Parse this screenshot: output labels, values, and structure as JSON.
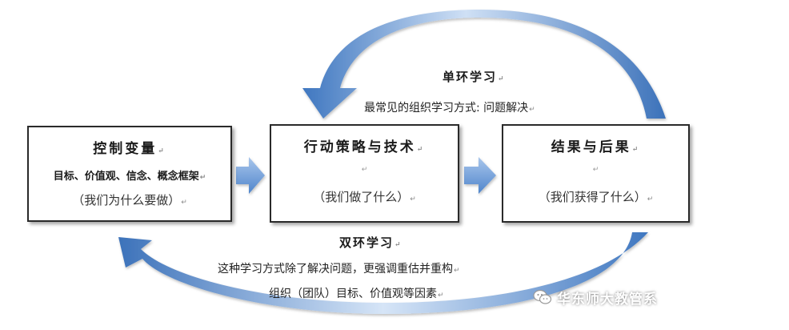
{
  "boxes": {
    "control": {
      "title": "控制变量",
      "sub": "目标、价值观、信念、概念框架",
      "note": "（我们为什么要做）"
    },
    "action": {
      "title": "行动策略与技术",
      "note": "（我们做了什么）"
    },
    "result": {
      "title": "结果与后果",
      "note": "（我们获得了什么）"
    }
  },
  "single_loop": {
    "title": "单环学习",
    "desc": "最常见的组织学习方式: 问题解决"
  },
  "double_loop": {
    "title": "双环学习",
    "desc_line1": "这种学习方式除了解决问题，更强调重估并重构",
    "desc_line2": "组织（团队）目标、价值观等因素"
  },
  "paragraph_mark": "↵",
  "watermark": {
    "text": "华东师大教管系",
    "icon": "wechat-icon"
  },
  "colors": {
    "arrow_blue": "#5b8fd0",
    "arrow_light": "#c9dcf3",
    "arrow_dark": "#2f66ad",
    "box_border": "#2a2a2a"
  }
}
